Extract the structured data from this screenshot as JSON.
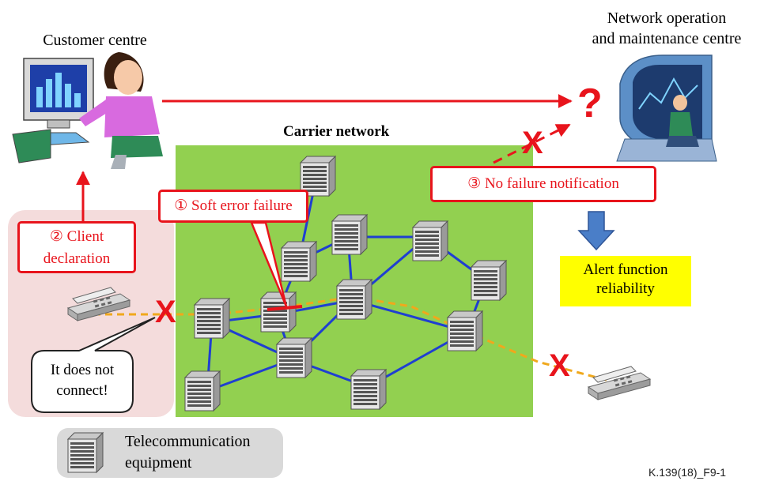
{
  "labels": {
    "customer_centre": "Customer centre",
    "noc_line1": "Network operation",
    "noc_line2": "and maintenance centre",
    "carrier_network": "Carrier network",
    "question_mark": "?",
    "step1": "① Soft error failure",
    "step2_line1": "② Client",
    "step2_line2": "declaration",
    "step3": "③ No failure notification",
    "alert_line1": "Alert function",
    "alert_line2": "reliability",
    "speech_line1": "It does not",
    "speech_line2": "connect!",
    "legend_line1": "Telecommunication",
    "legend_line2": "equipment",
    "figure_id": "K.139(18)_F9-1",
    "x_mark": "X"
  },
  "colors": {
    "red": "#e8141c",
    "network_green": "#92d050",
    "link_blue": "#1f3fd1",
    "signal_orange": "#f0a81c",
    "client_panel_pink": "#f4dcdc",
    "alert_yellow": "#ffff00",
    "arrow_blue": "#4a7ec8",
    "legend_gray": "#d9d9d9"
  },
  "icons": [
    "desktop-computer-icon",
    "operator-console-icon",
    "telephone-icon",
    "equipment-rack-icon"
  ]
}
